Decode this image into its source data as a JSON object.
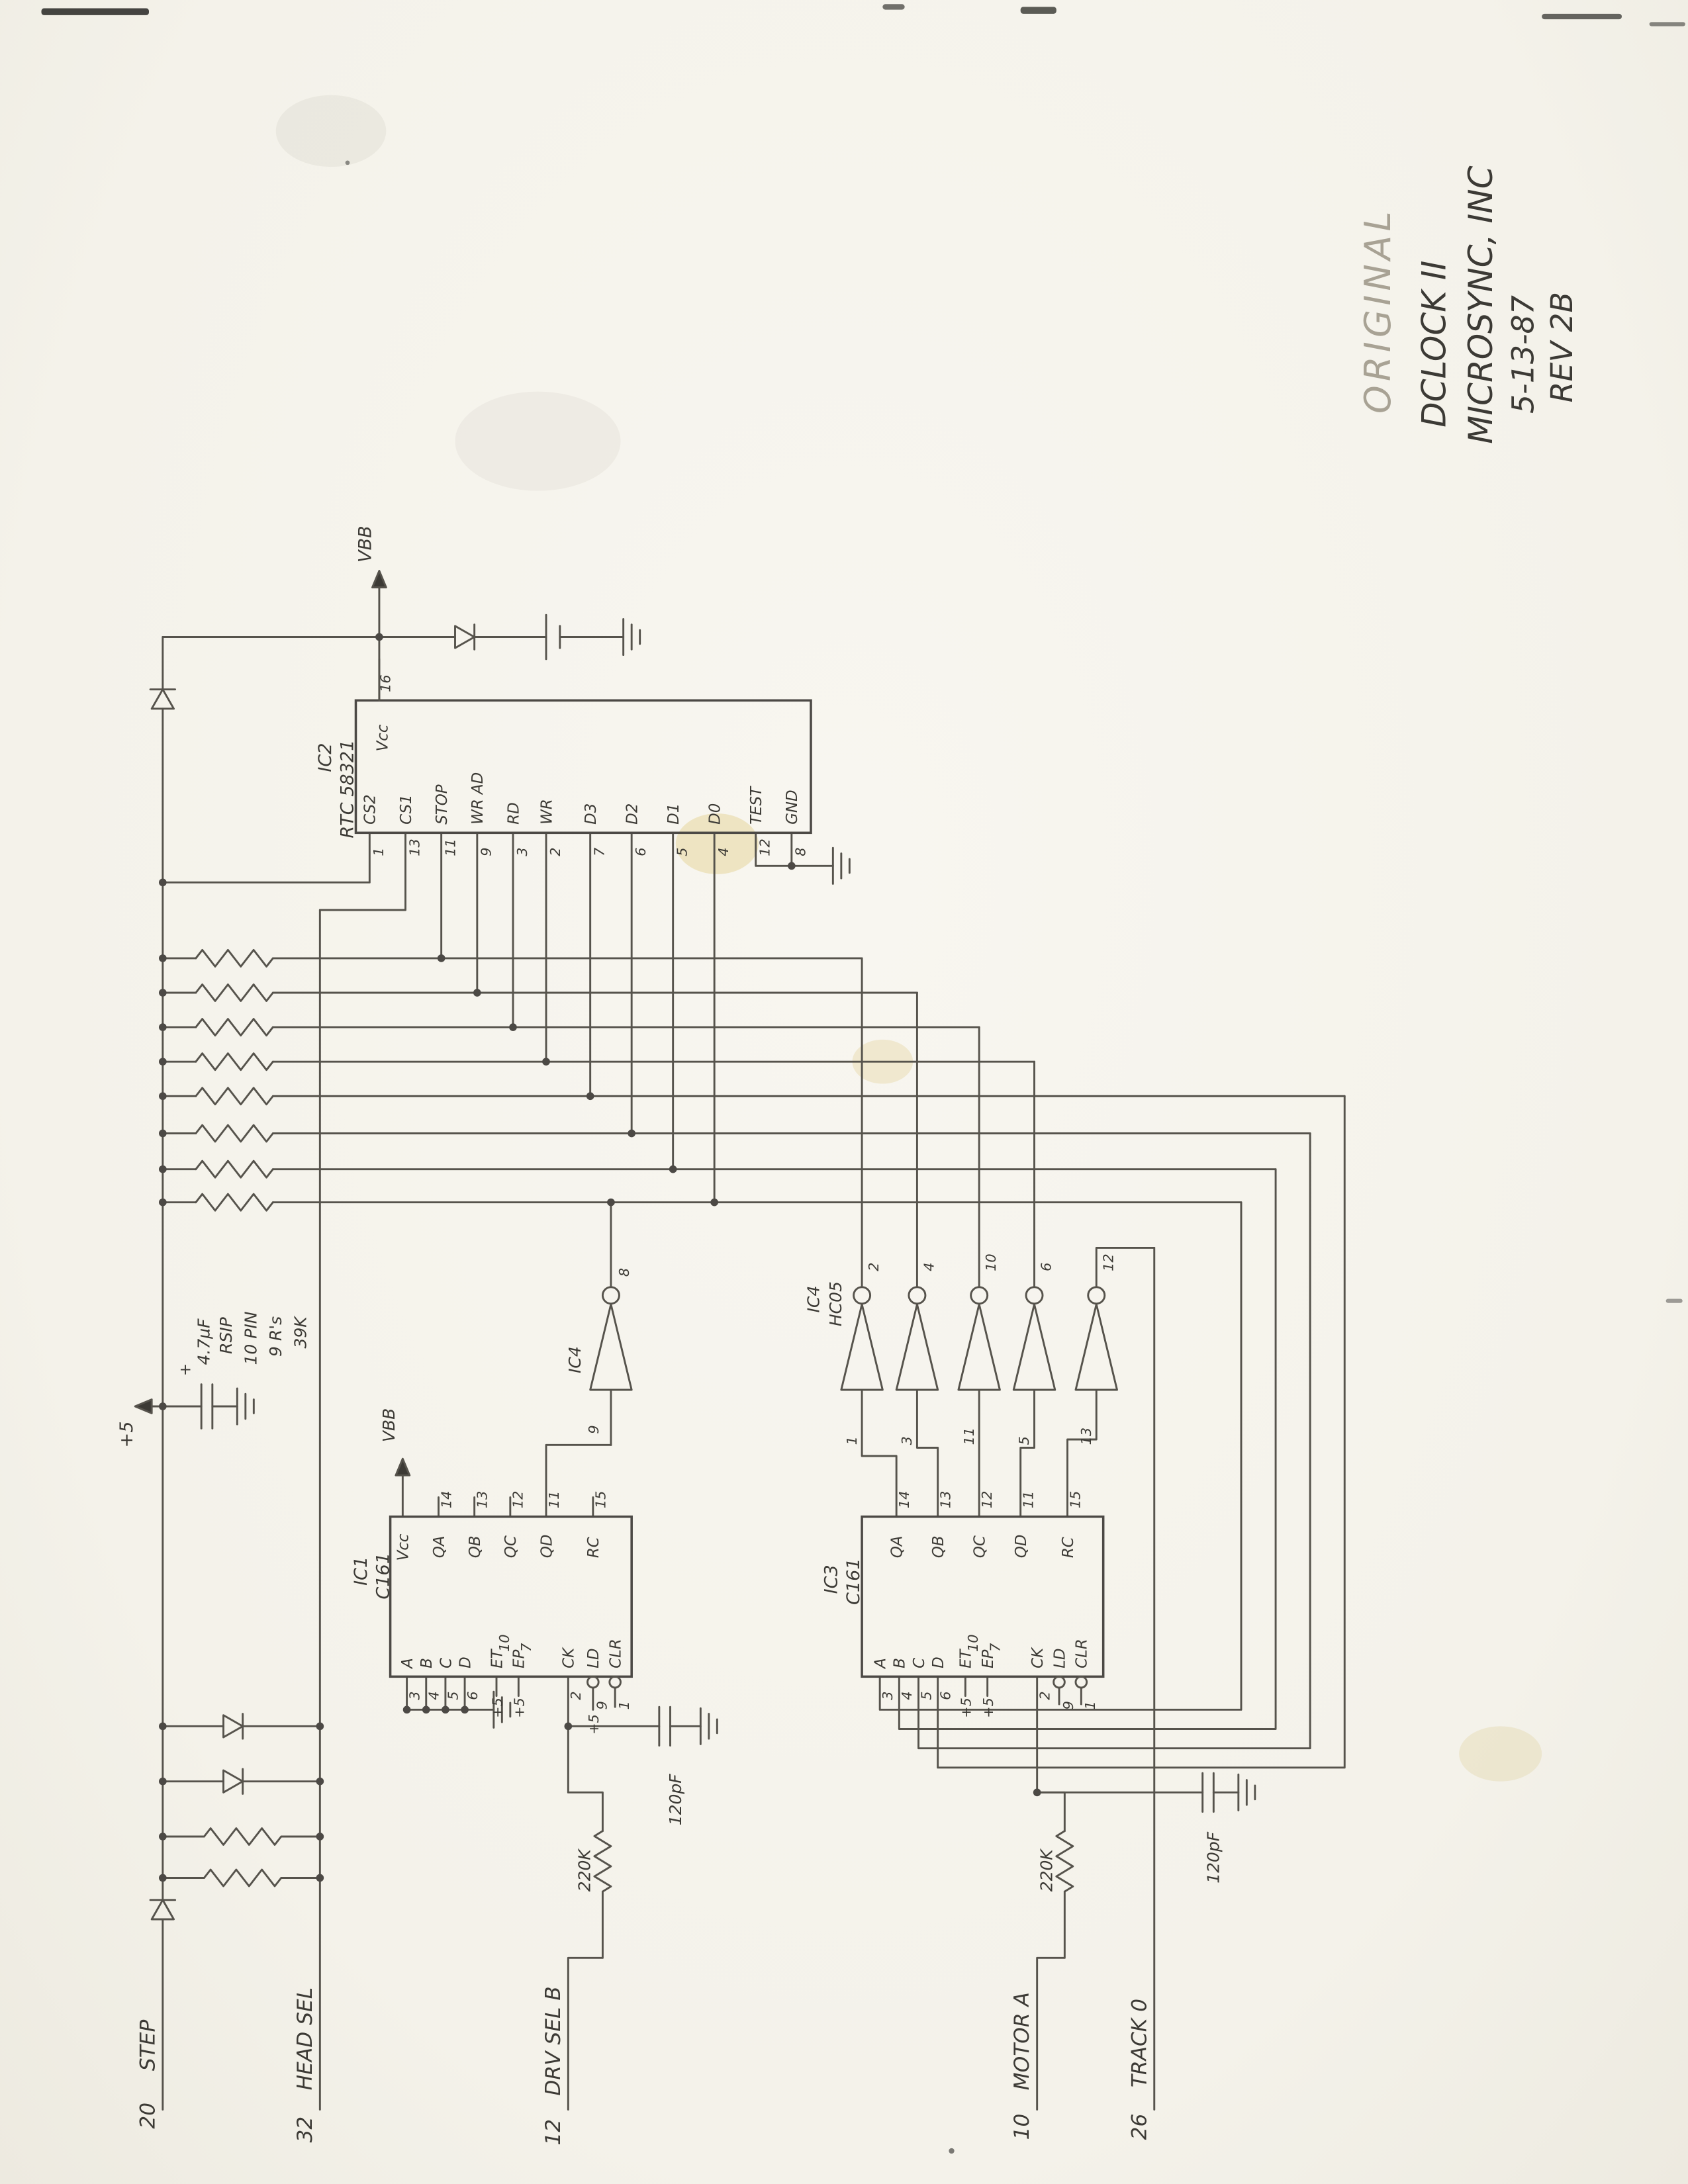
{
  "paper": {
    "title_watermark": "ORIGINAL",
    "title_product": "DCLOCK II",
    "title_company": "MICROSYNC, INC",
    "title_date": "5-13-87",
    "title_rev": "REV 2B"
  },
  "power": {
    "vbb_top": "VBB",
    "vbb_ic1": "VBB",
    "plus5": "+5",
    "plus": "+",
    "cap_main": "4.7µF"
  },
  "rsip": {
    "l1": "RSIP",
    "l2": "10 PIN",
    "l3": "9 R's",
    "l4": "39K"
  },
  "ic2": {
    "ref": "IC2",
    "part": "RTC 58321",
    "vcc": "Vcc",
    "vcc_pin": "16",
    "pins": [
      {
        "num": "1",
        "name": "CS2"
      },
      {
        "num": "13",
        "name": "CS1"
      },
      {
        "num": "11",
        "name": "STOP"
      },
      {
        "num": "9",
        "name": "WR AD"
      },
      {
        "num": "3",
        "name": "RD"
      },
      {
        "num": "2",
        "name": "WR"
      },
      {
        "num": "7",
        "name": "D3"
      },
      {
        "num": "6",
        "name": "D2"
      },
      {
        "num": "5",
        "name": "D1"
      },
      {
        "num": "4",
        "name": "D0"
      },
      {
        "num": "12",
        "name": "TEST"
      },
      {
        "num": "8",
        "name": "GND"
      }
    ]
  },
  "ic1": {
    "ref": "IC1",
    "part": "C161",
    "top": [
      {
        "num": "",
        "name": "Vcc"
      },
      {
        "num": "14",
        "name": "QA"
      },
      {
        "num": "13",
        "name": "QB"
      },
      {
        "num": "12",
        "name": "QC"
      },
      {
        "num": "11",
        "name": "QD"
      },
      {
        "num": "15",
        "name": "RC"
      }
    ],
    "bottom": [
      {
        "num": "3",
        "name": "A",
        "tie": ""
      },
      {
        "num": "4",
        "name": "B",
        "tie": ""
      },
      {
        "num": "5",
        "name": "C",
        "tie": ""
      },
      {
        "num": "6",
        "name": "D",
        "tie": ""
      },
      {
        "num": "10",
        "name": "ET",
        "tie": "+5"
      },
      {
        "num": "7",
        "name": "EP",
        "tie": "+5"
      },
      {
        "num": "2",
        "name": "CK",
        "tie": ""
      },
      {
        "num": "9",
        "name": "LD",
        "tie": "+5"
      },
      {
        "num": "1",
        "name": "CLR",
        "tie": ""
      }
    ]
  },
  "ic3": {
    "ref": "IC3",
    "part": "C161",
    "top": [
      {
        "num": "14",
        "name": "QA"
      },
      {
        "num": "13",
        "name": "QB"
      },
      {
        "num": "12",
        "name": "QC"
      },
      {
        "num": "11",
        "name": "QD"
      },
      {
        "num": "15",
        "name": "RC"
      }
    ],
    "bottom": [
      {
        "num": "3",
        "name": "A",
        "tie": ""
      },
      {
        "num": "4",
        "name": "B",
        "tie": ""
      },
      {
        "num": "5",
        "name": "C",
        "tie": ""
      },
      {
        "num": "6",
        "name": "D",
        "tie": ""
      },
      {
        "num": "10",
        "name": "ET",
        "tie": "+5"
      },
      {
        "num": "7",
        "name": "EP",
        "tie": "+5"
      },
      {
        "num": "2",
        "name": "CK",
        "tie": ""
      },
      {
        "num": "9",
        "name": "LD",
        "tie": ""
      },
      {
        "num": "1",
        "name": "CLR",
        "tie": ""
      }
    ]
  },
  "ic4": {
    "ref": "IC4",
    "part": "HC05",
    "solo": {
      "ref": "IC4",
      "out": "8",
      "in": "9"
    },
    "gates": [
      {
        "out": "2",
        "in": "1"
      },
      {
        "out": "4",
        "in": "3"
      },
      {
        "out": "10",
        "in": "11"
      },
      {
        "out": "6",
        "in": "5"
      },
      {
        "out": "12",
        "in": "13"
      }
    ]
  },
  "rc": {
    "r1": "220K",
    "c1": "120pF",
    "r2": "220K",
    "c2": "120pF"
  },
  "connector": {
    "step": {
      "pin": "20",
      "name": "STEP"
    },
    "headsel": {
      "pin": "32",
      "name": "HEAD SEL"
    },
    "drvselb": {
      "pin": "12",
      "name": "DRV SEL B"
    },
    "motora": {
      "pin": "10",
      "name": "MOTOR A"
    },
    "track0": {
      "pin": "26",
      "name": "TRACK 0"
    }
  }
}
